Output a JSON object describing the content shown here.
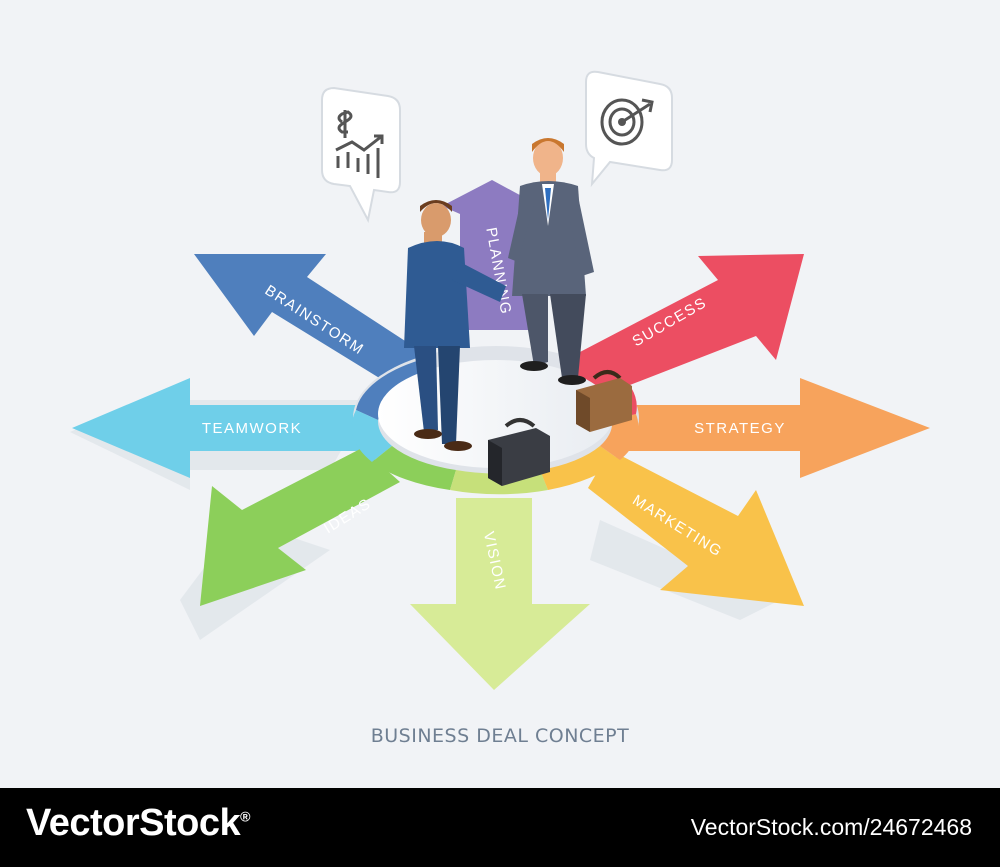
{
  "caption": "BUSINESS DEAL CONCEPT",
  "arrows": [
    {
      "id": "brainstorm",
      "label": "BRAINSTORM",
      "color": "#4f7fbd"
    },
    {
      "id": "planning",
      "label": "PLANNING",
      "color": "#8d7bc1"
    },
    {
      "id": "success",
      "label": "SUCCESS",
      "color": "#ec4e62"
    },
    {
      "id": "strategy",
      "label": "STRATEGY",
      "color": "#f7a35c"
    },
    {
      "id": "marketing",
      "label": "MARKETING",
      "color": "#f9c24a"
    },
    {
      "id": "vision",
      "label": "VISION",
      "color": "#c6e07a"
    },
    {
      "id": "ideas",
      "label": "IDEAS",
      "color": "#8ccf5a"
    },
    {
      "id": "teamwork",
      "label": "TEAMWORK",
      "color": "#6fcfe9"
    }
  ],
  "icons": {
    "left_bubble": "dollar-growth-chart-icon",
    "right_bubble": "target-dart-icon"
  },
  "watermark": {
    "brand": "VectorStock",
    "reg": "®",
    "site": "VectorStock.com/24672468"
  }
}
